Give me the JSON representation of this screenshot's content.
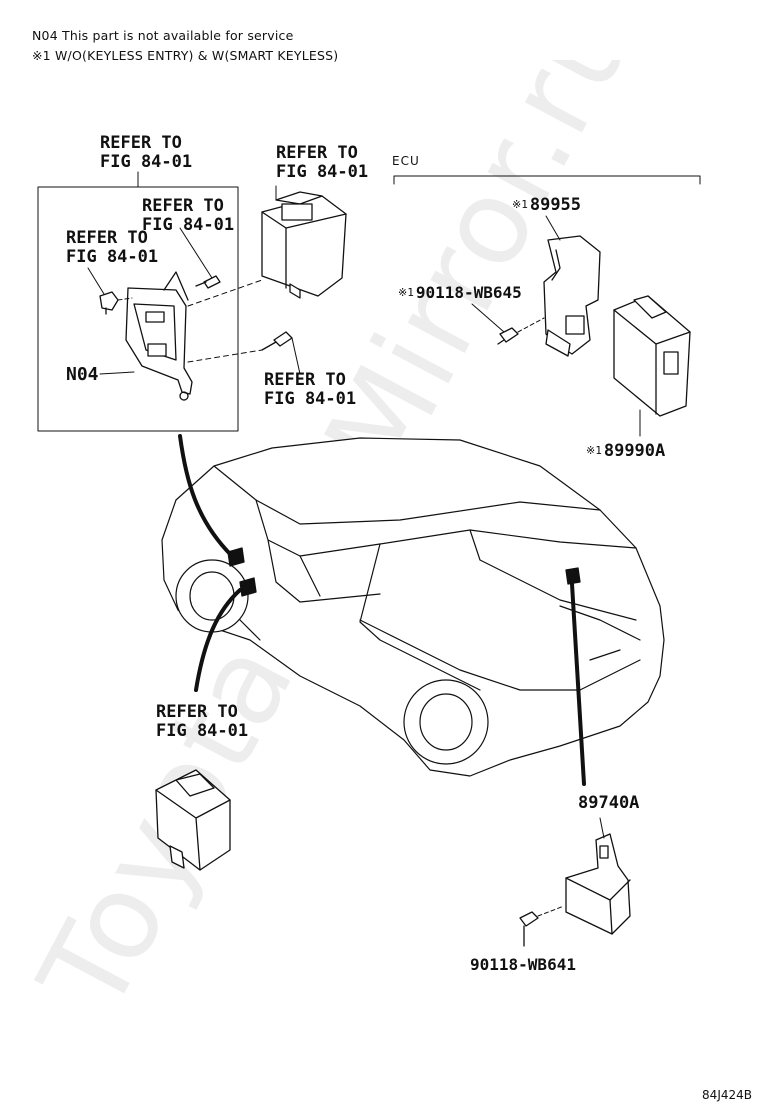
{
  "notes": {
    "line1": "N04 This part is not available for service",
    "line2": "※1 W/O(KEYLESS ENTRY) & W(SMART KEYLESS)"
  },
  "watermark": "ToyotaCarMirror.ru",
  "labels": {
    "refer_a": "REFER TO\nFIG 84-01",
    "refer_b": "REFER TO\nFIG 84-01",
    "refer_c": "REFER TO\nFIG 84-01",
    "refer_d": "REFER TO\nFIG 84-01",
    "refer_e": "REFER TO\nFIG 84-01",
    "refer_f": "REFER TO\nFIG 84-01",
    "n04": "N04",
    "ecu": "ECU",
    "p89955": "89955",
    "p90118_wb645": "90118-WB645",
    "p89990a": "89990A",
    "p89740a": "89740A",
    "p90118_wb641": "90118-WB641",
    "mark": "※1"
  },
  "figure_code": "84J424B"
}
